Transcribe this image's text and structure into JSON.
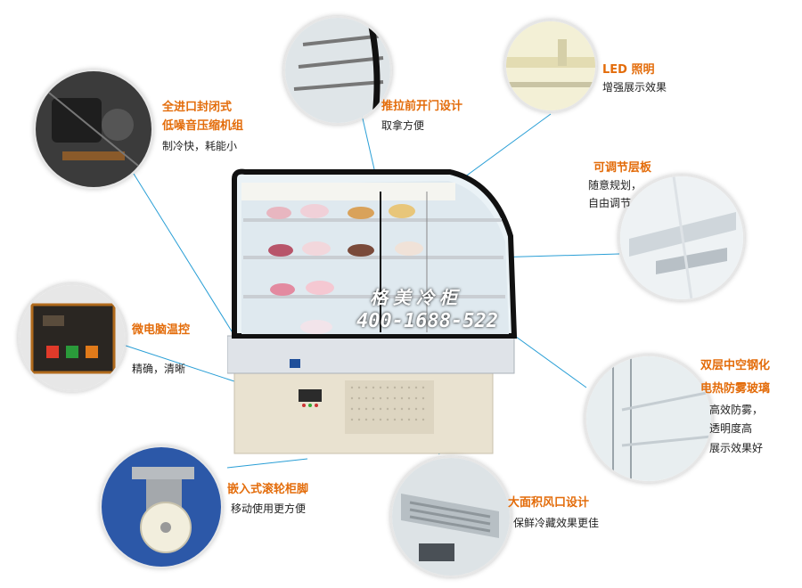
{
  "features": {
    "compressor": {
      "title1": "全进口封闭式",
      "title2": "低噪音压缩机组",
      "desc": "制冷快，耗能小"
    },
    "door": {
      "title": "推拉前开门设计",
      "desc": "取拿方便"
    },
    "led": {
      "title": "LED 照明",
      "desc": "增强展示效果"
    },
    "shelf": {
      "title": "可调节层板",
      "desc1": "随意规划，",
      "desc2": "自由调节"
    },
    "temp": {
      "title": "微电脑温控",
      "desc": "精确，清晰"
    },
    "glass": {
      "title1": "双层中空钢化",
      "title2": "电热防雾玻璃",
      "desc1": "高效防雾，",
      "desc2": "透明度高",
      "desc3": "展示效果好"
    },
    "caster": {
      "title": "嵌入式滚轮柜脚",
      "desc": "移动使用更方便"
    },
    "vent": {
      "title": "大面积风口设计",
      "desc": "保鲜冷藏效果更佳"
    }
  },
  "watermark": {
    "brand": "格美冷柜",
    "phone": "400-1688-522"
  },
  "colors": {
    "title": "#e36c0a",
    "line": "#2a9fd6"
  }
}
